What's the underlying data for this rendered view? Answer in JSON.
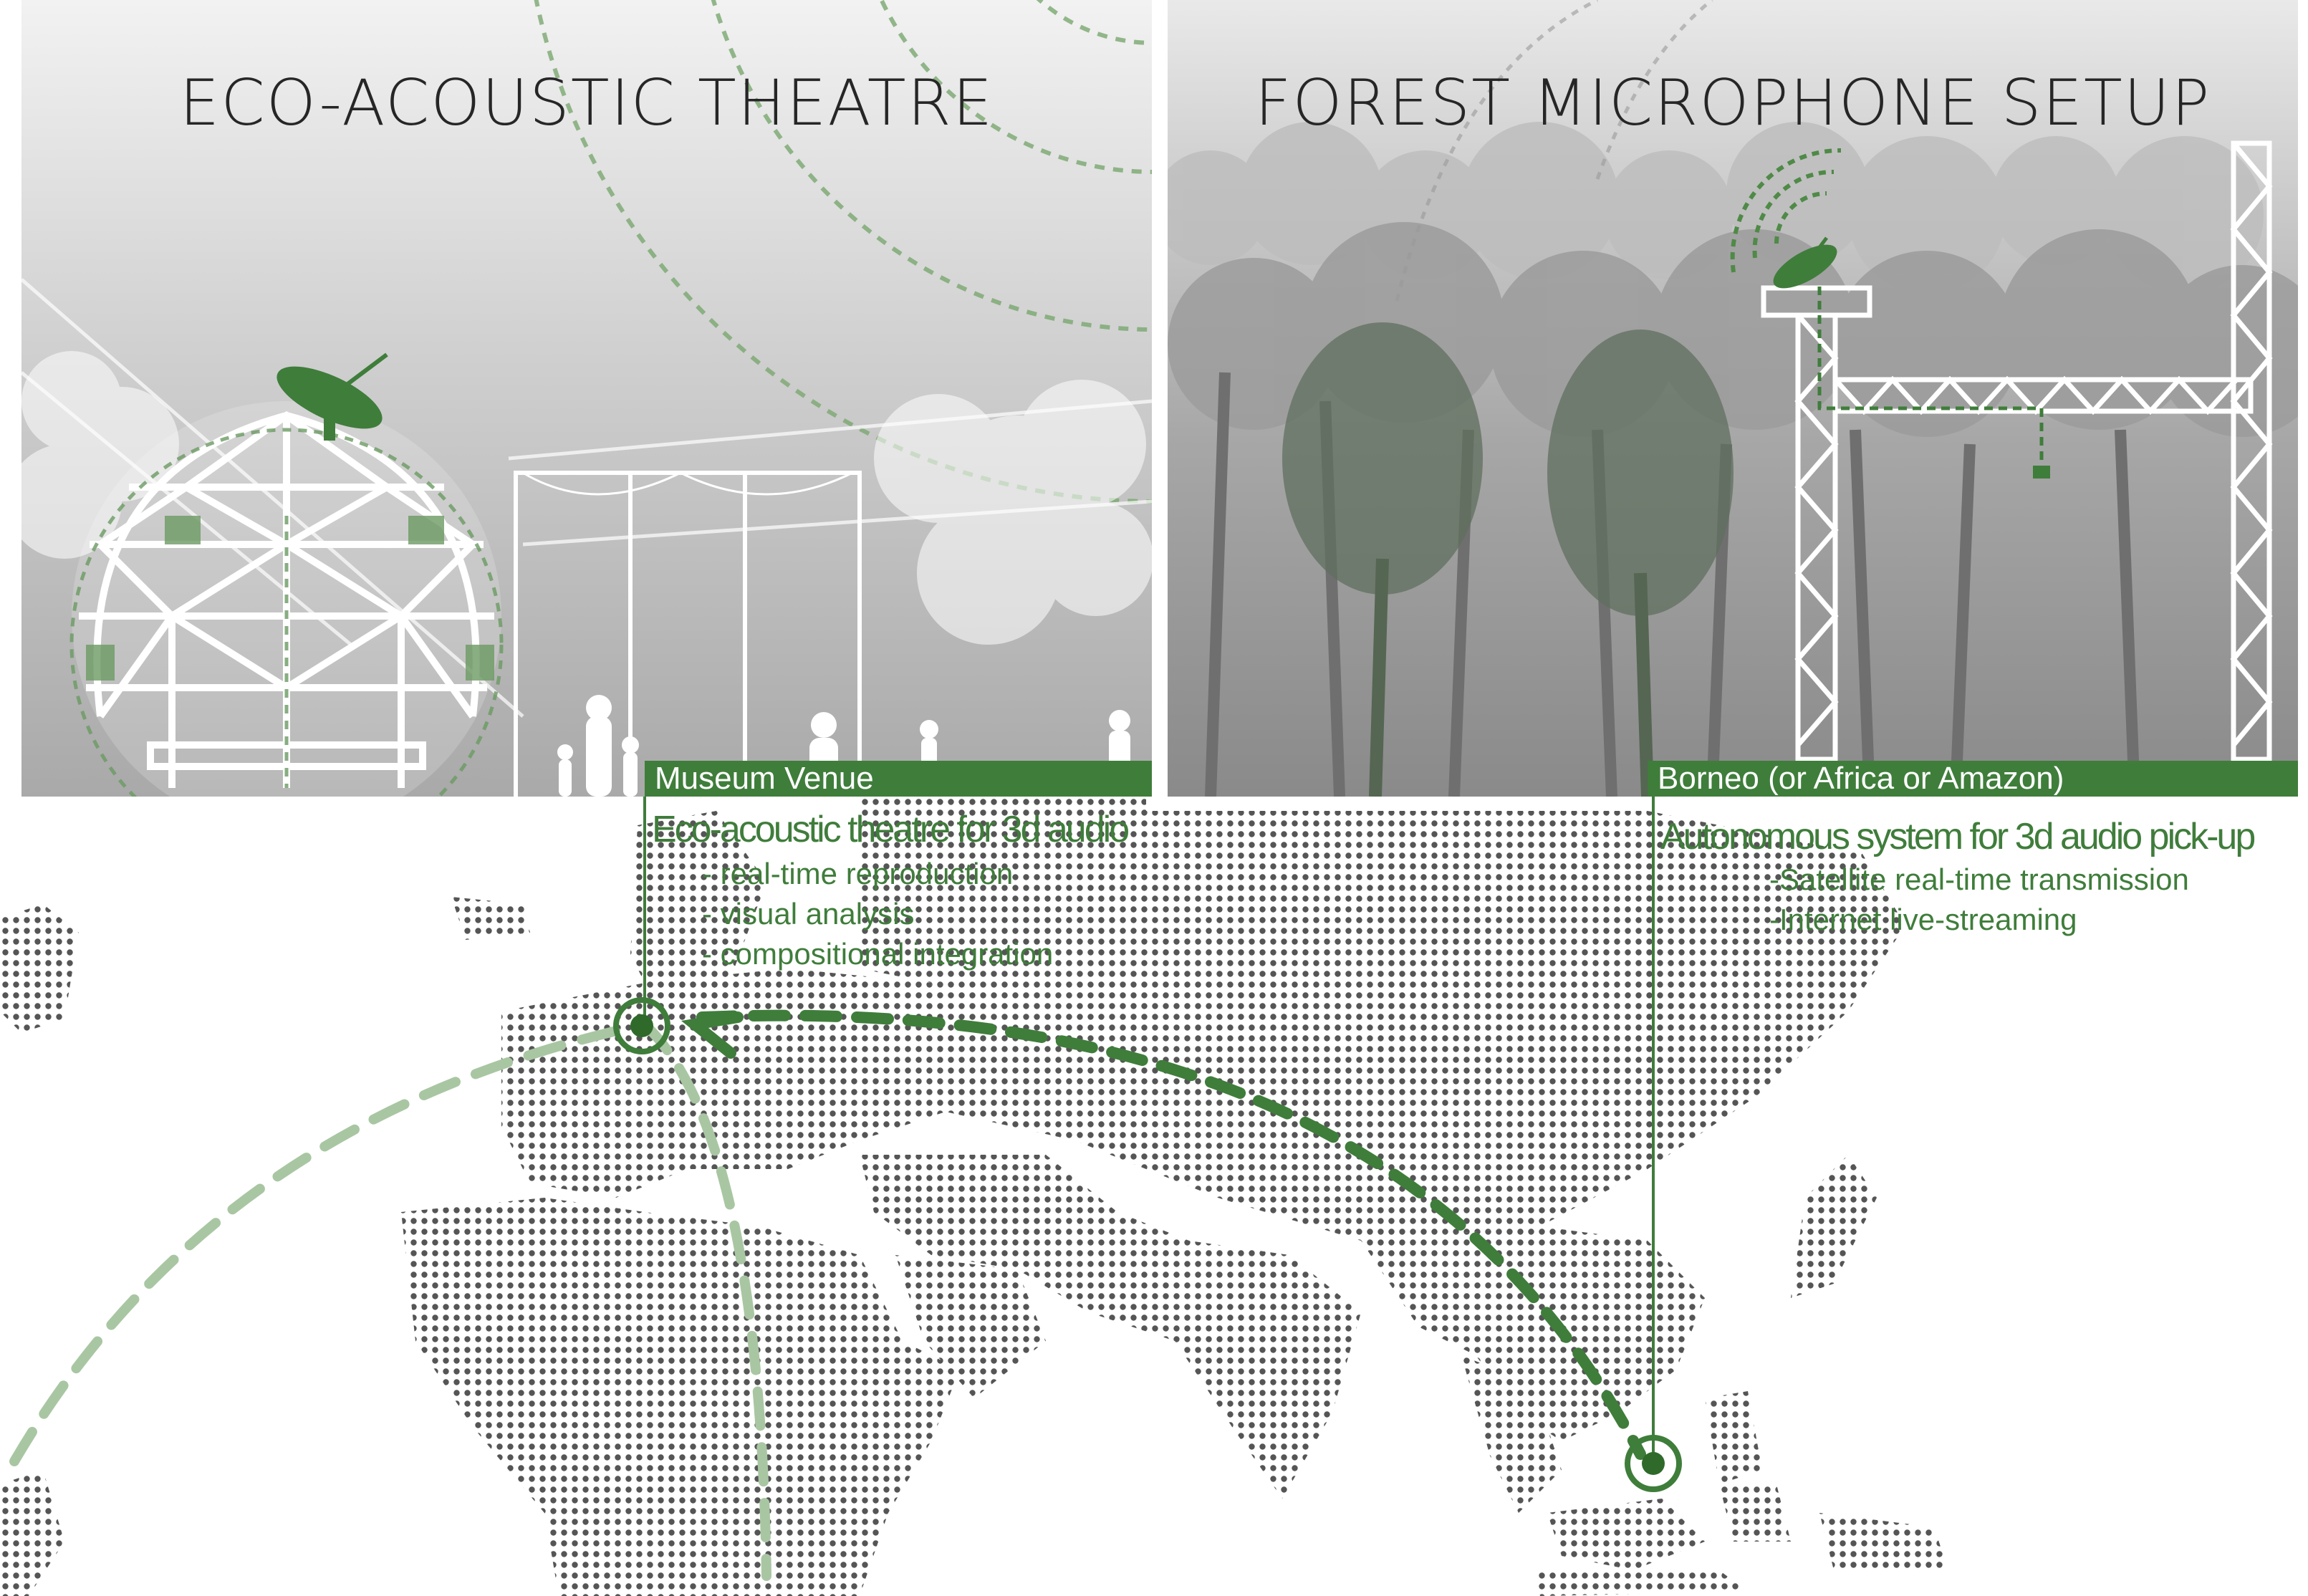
{
  "panels": {
    "left": {
      "title": "ECO-ACOUSTIC THEATRE",
      "venue_label": "Museum Venue",
      "description_title": "Eco-acoustic theatre for 3d audio",
      "items": [
        "- real-time reproduction",
        "- visual analysis",
        "- compositional integration"
      ]
    },
    "right": {
      "title": "FOREST MICROPHONE SETUP",
      "venue_label": "Borneo (or Africa or Amazon)",
      "description_title": "Autonomous system for 3d audio pick-up",
      "items": [
        "-Satellite real-time transmission",
        "-Internet live-streaming"
      ]
    }
  },
  "icons": [
    "satellite-dish-icon",
    "geodesic-dome-icon",
    "tower-icon",
    "location-target-icon"
  ],
  "colors": {
    "accent": "#3f7d3b",
    "accent_light": "#a9c6a3",
    "dots": "#555555"
  }
}
